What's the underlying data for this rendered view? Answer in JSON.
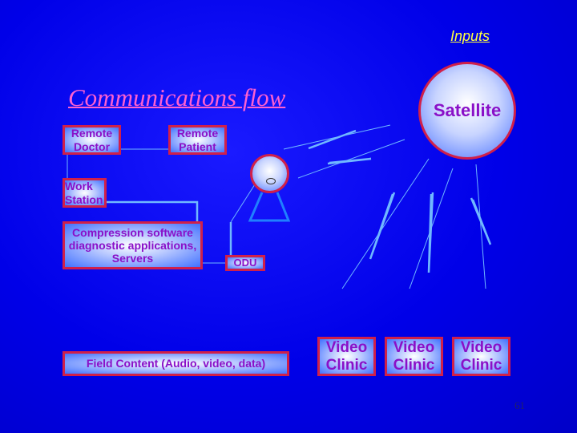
{
  "inputs_link": "Inputs",
  "title": "Communications flow",
  "satellite": "Satellite",
  "boxes": {
    "remote_doctor": "Remote Doctor",
    "remote_patient": "Remote Patient",
    "work_station": "Work Station",
    "compression": "Compression software diagnostic applications, Servers",
    "odu": "ODU",
    "field_content": "Field Content (Audio, video, data)",
    "video_clinics": [
      "Video Clinic",
      "Video Clinic",
      "Video Clinic"
    ]
  },
  "page_number": "61",
  "colors": {
    "background": "#0000e8",
    "border": "#d0204a",
    "text": "#8a10c8",
    "title": "#ff60d0",
    "link": "#ffff40",
    "line": "#60b0ff"
  }
}
